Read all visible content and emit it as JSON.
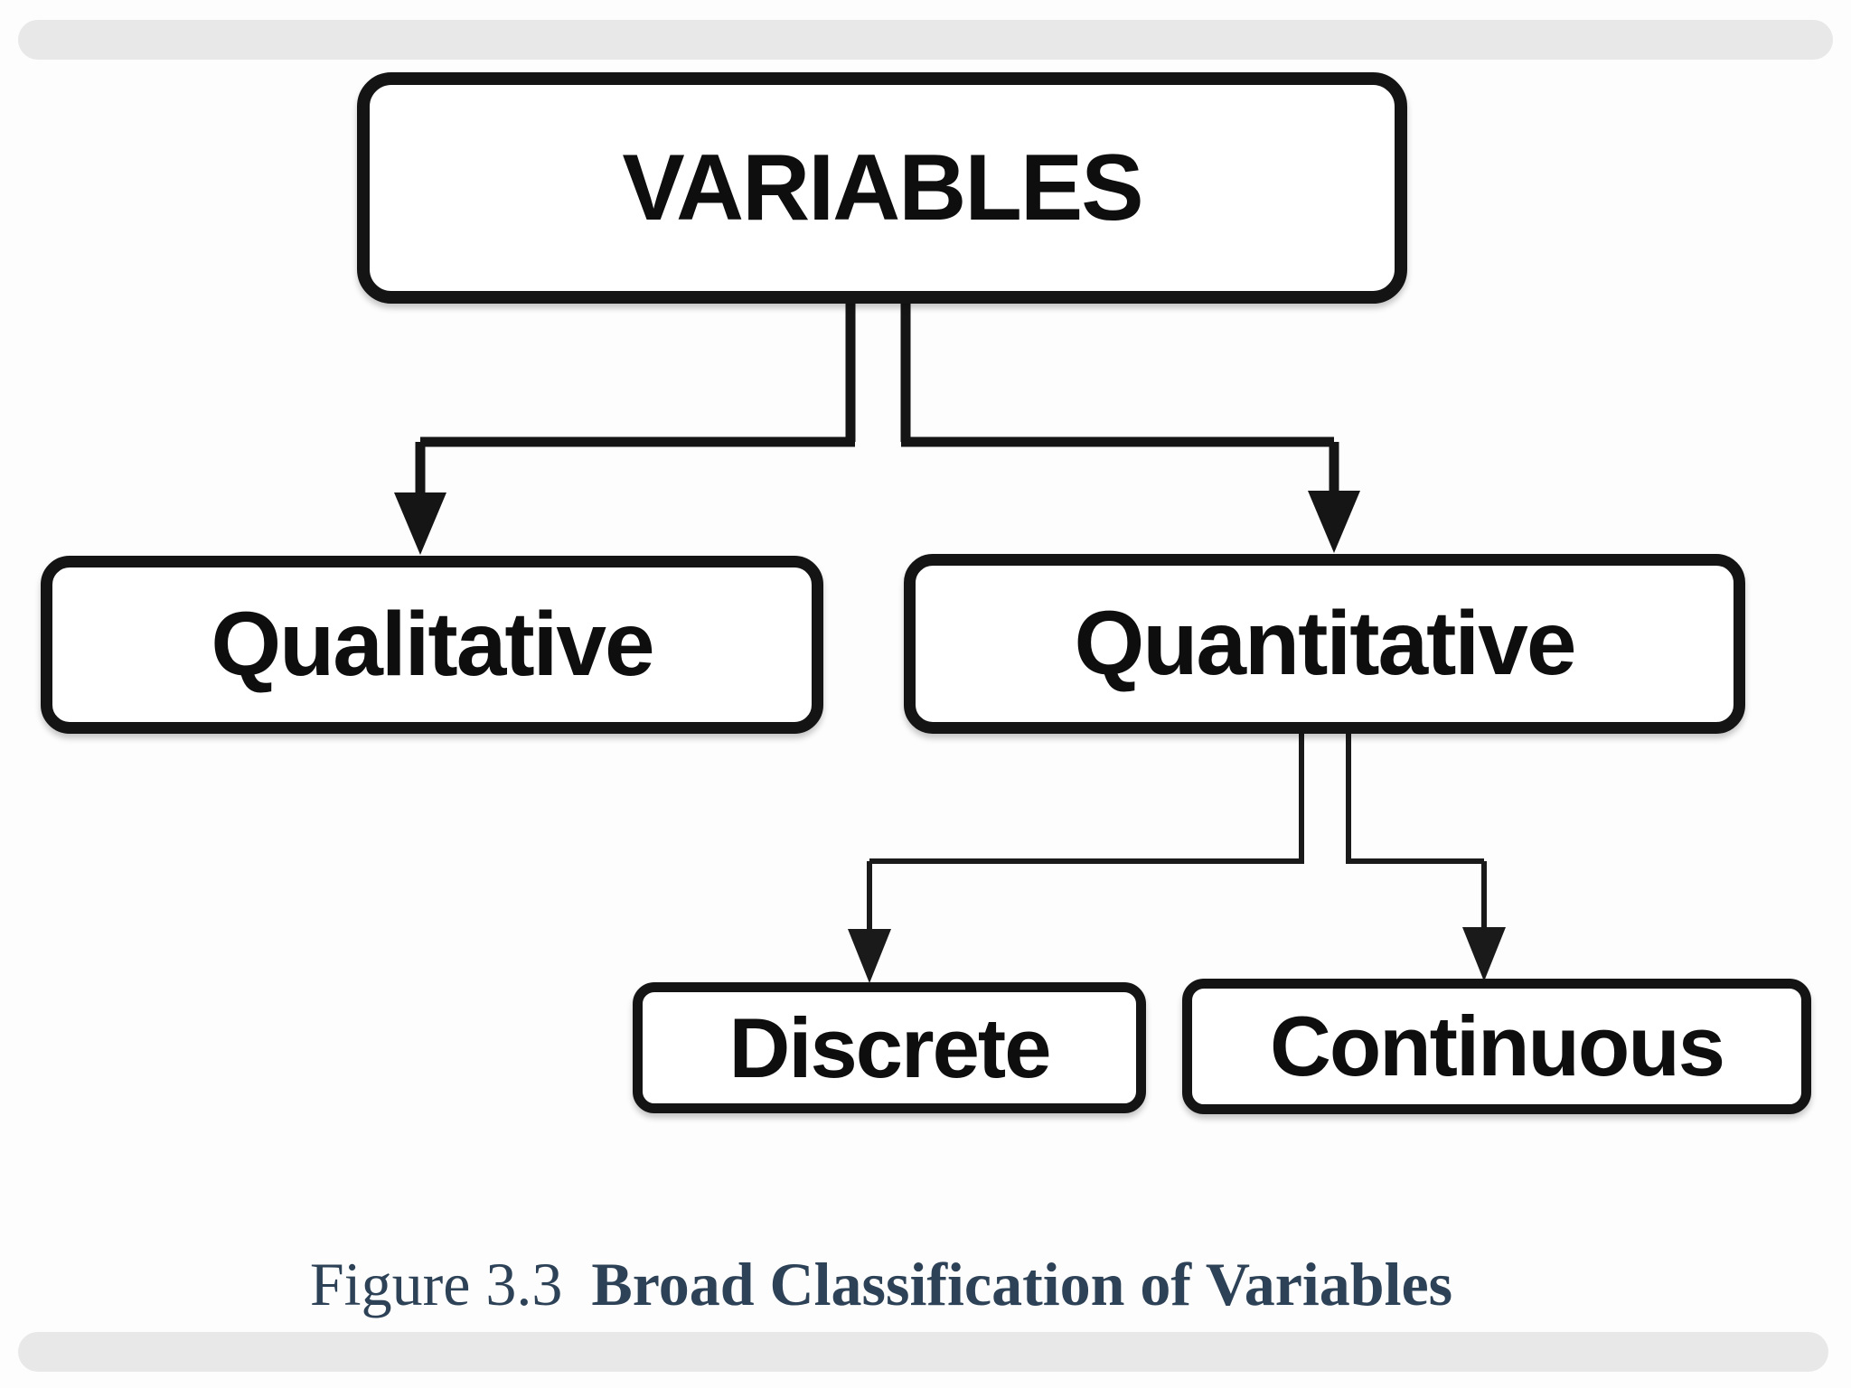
{
  "diagram": {
    "root": {
      "label": "VARIABLES"
    },
    "level1": [
      {
        "label": "Qualitative"
      },
      {
        "label": "Quantitative"
      }
    ],
    "level2": [
      {
        "label": "Discrete"
      },
      {
        "label": "Continuous"
      }
    ],
    "caption": {
      "prefix": "Figure 3.3",
      "title": "Broad Classification of Variables"
    }
  },
  "colors": {
    "line": "#151515",
    "node_border": "#141414",
    "caption_text": "#2d4257",
    "band": "#e8e8e9",
    "background": "#ffffff"
  }
}
